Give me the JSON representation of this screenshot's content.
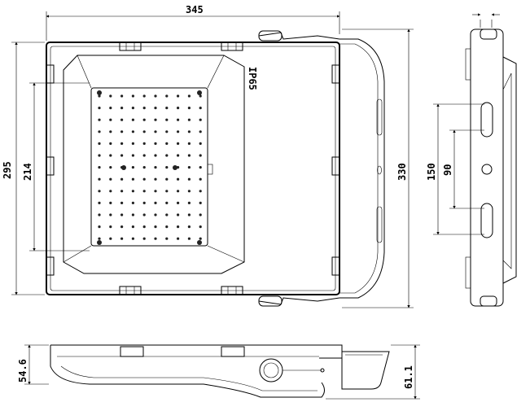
{
  "labels": {
    "width_total": "345",
    "height_outer": "295",
    "height_inner": "214",
    "height_with_bracket": "330",
    "ip_rating": "IP65",
    "slot_span": "150",
    "hole_span": "90",
    "thickness_body": "54.6",
    "thickness_total": "61.1"
  }
}
